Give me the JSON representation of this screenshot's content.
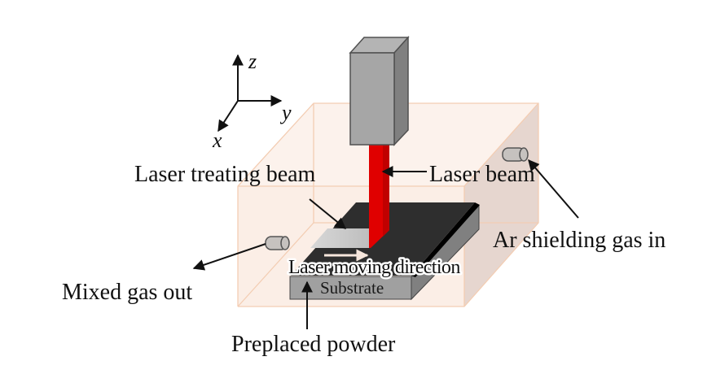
{
  "figure": {
    "type": "schematic",
    "subject": "Laser treatment setup with shielding gas chamber"
  },
  "axes": {
    "x_label": "x",
    "y_label": "y",
    "z_label": "z"
  },
  "labels": {
    "laser_treating_beam": "Laser treating beam",
    "laser_beam": "Laser beam",
    "ar_shielding_gas_in": "Ar shielding gas in",
    "mixed_gas_out": "Mixed gas out",
    "laser_moving_direction": "Laser moving direction",
    "substrate": "Substrate",
    "preplaced_powder": "Preplaced powder"
  },
  "colors": {
    "chamber_front": "#fbeee6",
    "chamber_side": "#e6d6cf",
    "chamber_edge": "#f3cdb3",
    "laser_beam": "#e00000",
    "laser_beam_shade": "#c00000",
    "laser_head_front": "#a6a6a6",
    "laser_head_side": "#808080",
    "laser_head_top": "#b4b4b4",
    "powder_layer": "#2e2e2e",
    "treated_track": "#c8c8c8",
    "substrate": "#a0a0a0",
    "substrate_side": "#808080",
    "nozzle": "#c6c2bf"
  }
}
